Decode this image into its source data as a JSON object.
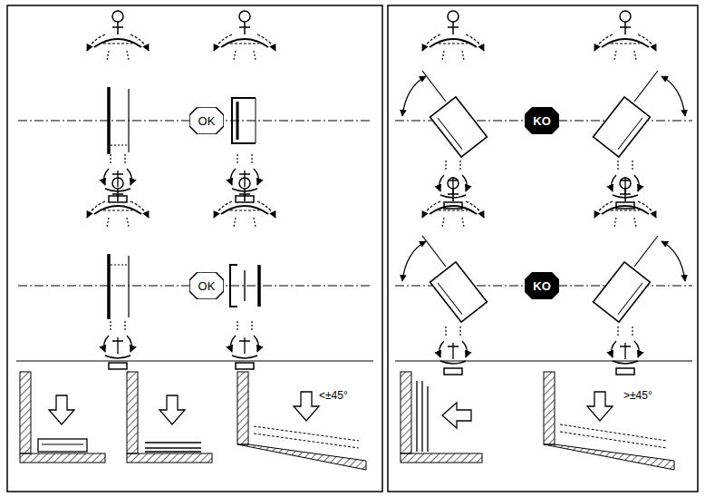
{
  "diagram": {
    "nodes": [
      {
        "text": [
          "OK"
        ]
      },
      {
        "text": [
          "KO"
        ]
      },
      {
        "text": [
          "OK"
        ]
      },
      {
        "text": [
          "KO"
        ]
      }
    ],
    "labels": [
      "<±45°",
      ">±45°"
    ]
  }
}
